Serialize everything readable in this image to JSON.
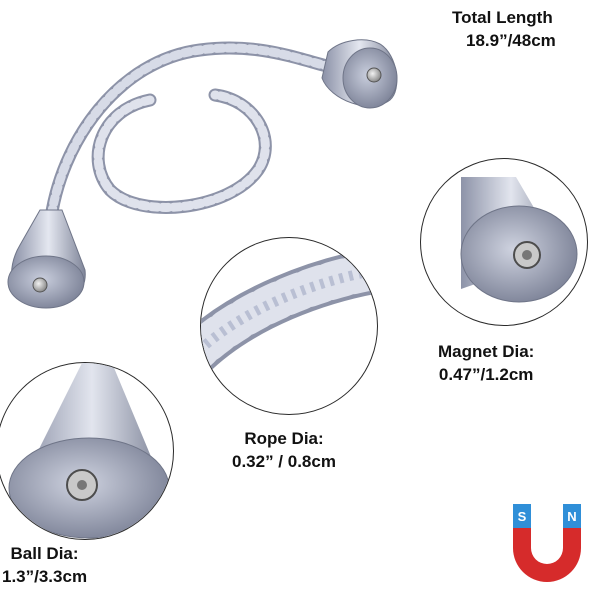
{
  "labels": {
    "total_length": {
      "title": "Total Length",
      "value": "18.9”/48cm"
    },
    "magnet_dia": {
      "title": "Magnet Dia:",
      "value": "0.47”/1.2cm"
    },
    "rope_dia": {
      "title": "Rope Dia:",
      "value": "0.32” / 0.8cm"
    },
    "ball_dia": {
      "title": "Ball Dia:",
      "value": "1.3”/3.3cm"
    }
  },
  "magnet_icon": {
    "south": "S",
    "north": "N"
  },
  "colors": {
    "rope": "#b9bfd3",
    "rope_dark": "#8d93a8",
    "rope_light": "#e6e9f2",
    "magnet_red": "#d62b2b",
    "magnet_blue": "#2f8fd8"
  }
}
